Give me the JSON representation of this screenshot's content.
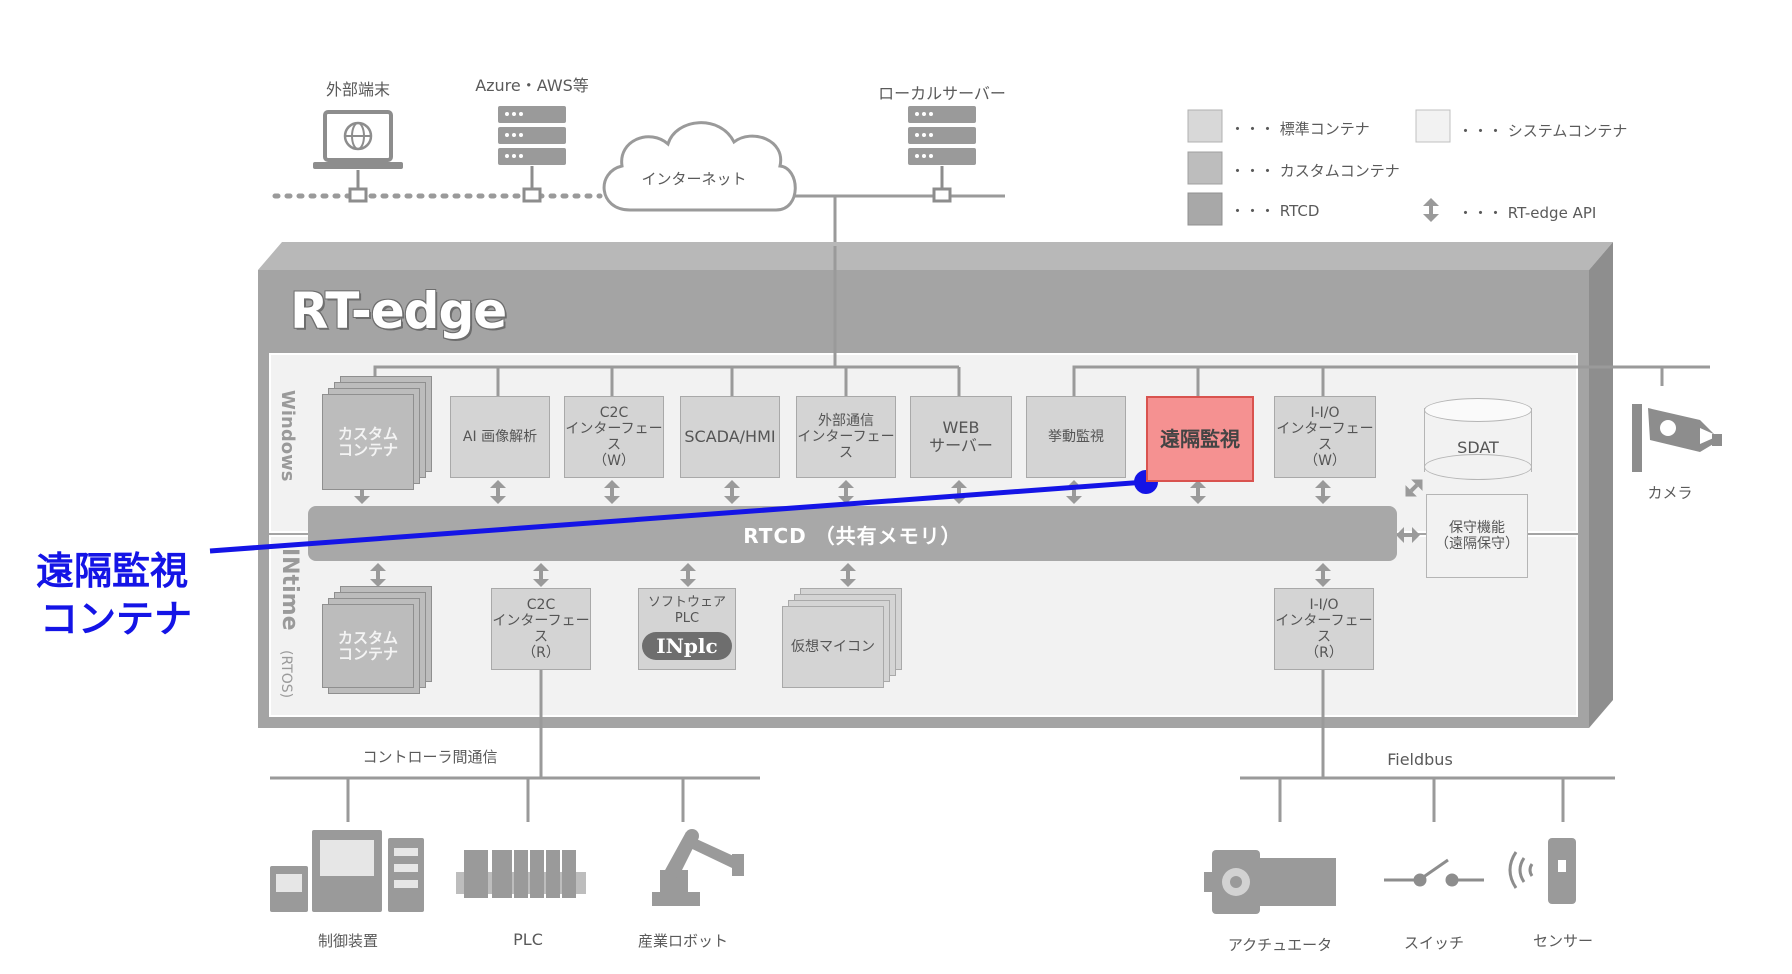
{
  "top": {
    "external_terminal": "外部端末",
    "cloud_services": "Azure・AWS等",
    "local_server": "ローカルサーバー",
    "internet": "インターネット"
  },
  "legend": {
    "standard": "・・・ 標準コンテナ",
    "custom": "・・・ カスタムコンテナ",
    "rtcd": "・・・ RTCD",
    "system": "・・・ システムコンテナ",
    "api": "・・・ RT-edge API",
    "colors": {
      "standard": "#d8d8d8",
      "custom": "#bdbdbd",
      "rtcd": "#a8a8a8",
      "system": "#f2f2f2"
    }
  },
  "platform": {
    "title": "RT-edge",
    "windows": "Windows",
    "intime": "INtime",
    "rtos": "(RTOS)"
  },
  "windows_containers": [
    {
      "label": "カスタム\nコンテナ",
      "kind": "custom"
    },
    {
      "label": "AI 画像解析",
      "kind": "standard"
    },
    {
      "label": "C2C\nインターフェース\n（W）",
      "kind": "standard"
    },
    {
      "label": "SCADA/HMI",
      "kind": "standard"
    },
    {
      "label": "外部通信\nインターフェース",
      "kind": "standard"
    },
    {
      "label": "WEB\nサーバー",
      "kind": "standard"
    },
    {
      "label": "挙動監視",
      "kind": "standard"
    },
    {
      "label": "遠隔監視",
      "kind": "highlight"
    },
    {
      "label": "I-I/O\nインターフェース\n（W）",
      "kind": "standard"
    },
    {
      "label": "SDAT",
      "kind": "system"
    }
  ],
  "rtcd": "RTCD （共有メモリ）",
  "maintenance": "保守機能\n（遠隔保守）",
  "intime_containers": [
    {
      "label": "カスタム\nコンテナ",
      "kind": "custom"
    },
    {
      "label": "C2C\nインターフェース\n（R）",
      "kind": "standard"
    },
    {
      "label": "ソフトウェアPLC",
      "kind": "standard"
    },
    {
      "label": "INplc",
      "kind": "logo"
    },
    {
      "label": "仮想マイコン",
      "kind": "standard"
    },
    {
      "label": "I-I/O\nインターフェース\n（R）",
      "kind": "standard"
    }
  ],
  "camera": "カメラ",
  "controller_bus": "コントローラ間通信",
  "fieldbus": "Fieldbus",
  "devices_left": [
    "制御装置",
    "PLC",
    "産業ロボット"
  ],
  "devices_right": [
    "アクチュエータ",
    "スイッチ",
    "センサー"
  ],
  "callout": {
    "line1": "遠隔監視",
    "line2": "コンテナ",
    "color": "#1414e6"
  }
}
